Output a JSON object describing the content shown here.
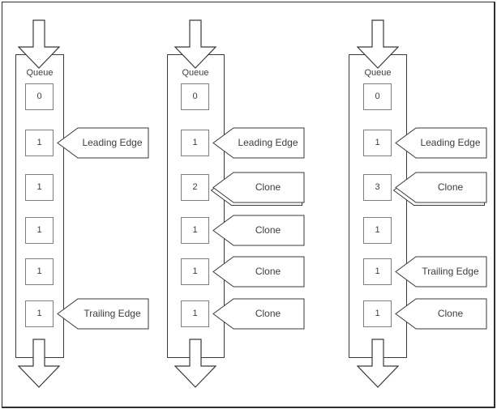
{
  "diagram_type": "queue-clone-diagram",
  "colors": {
    "background": "#ffffff",
    "line": "#3a3a3a",
    "box_border": "#7d7d7d",
    "text": "#3d3d3d",
    "frame": "#2e2e2e",
    "shape_fill": "#ffffff"
  },
  "queues": [
    {
      "label": "Queue",
      "cells": [
        {
          "value": "0"
        },
        {
          "value": "1",
          "callout": "Leading Edge"
        },
        {
          "value": "1"
        },
        {
          "value": "1"
        },
        {
          "value": "1"
        },
        {
          "value": "1",
          "callout": "Trailing Edge"
        }
      ]
    },
    {
      "label": "Queue",
      "cells": [
        {
          "value": "0"
        },
        {
          "value": "1",
          "callout": "Leading Edge"
        },
        {
          "value": "2",
          "callout": "Clone",
          "stacked": true
        },
        {
          "value": "1",
          "callout": "Clone"
        },
        {
          "value": "1",
          "callout": "Clone"
        },
        {
          "value": "1",
          "callout": "Clone"
        }
      ]
    },
    {
      "label": "Queue",
      "cells": [
        {
          "value": "0"
        },
        {
          "value": "1",
          "callout": "Leading Edge"
        },
        {
          "value": "3",
          "callout": "Clone",
          "stacked": true
        },
        {
          "value": "1"
        },
        {
          "value": "1",
          "callout": "Trailing Edge"
        },
        {
          "value": "1",
          "callout": "Clone"
        }
      ]
    }
  ]
}
